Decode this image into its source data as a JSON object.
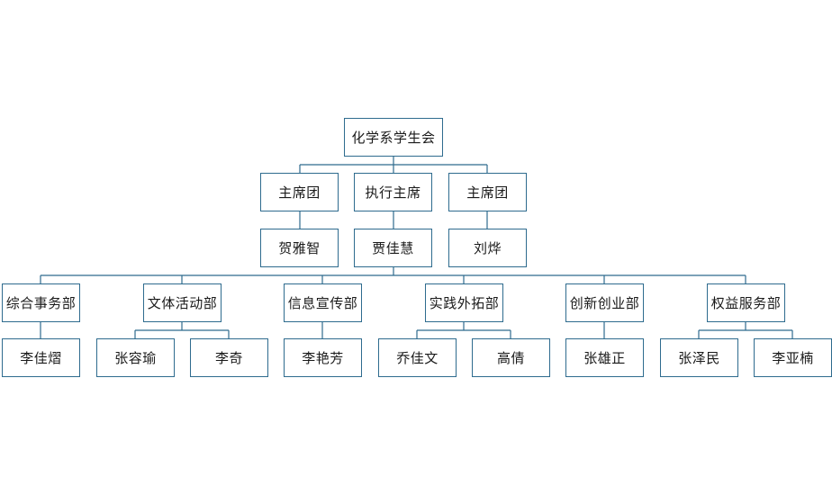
{
  "org": {
    "root": "化学系学生会",
    "leaders": [
      {
        "role": "主席团",
        "name": "贺雅智"
      },
      {
        "role": "执行主席",
        "name": "贾佳慧"
      },
      {
        "role": "主席团",
        "name": "刘烨"
      }
    ],
    "departments": [
      {
        "name": "综合事务部",
        "members": [
          "李佳熠"
        ]
      },
      {
        "name": "文体活动部",
        "members": [
          "张容瑜",
          "李奇"
        ]
      },
      {
        "name": "信息宣传部",
        "members": [
          "李艳芳"
        ]
      },
      {
        "name": "实践外拓部",
        "members": [
          "乔佳文",
          "高倩"
        ]
      },
      {
        "name": "创新创业部",
        "members": [
          "张雄正"
        ]
      },
      {
        "name": "权益服务部",
        "members": [
          "张泽民",
          "李亚楠"
        ]
      }
    ]
  },
  "colors": {
    "line": "#2e6b8e",
    "border": "#2e6b8e"
  }
}
